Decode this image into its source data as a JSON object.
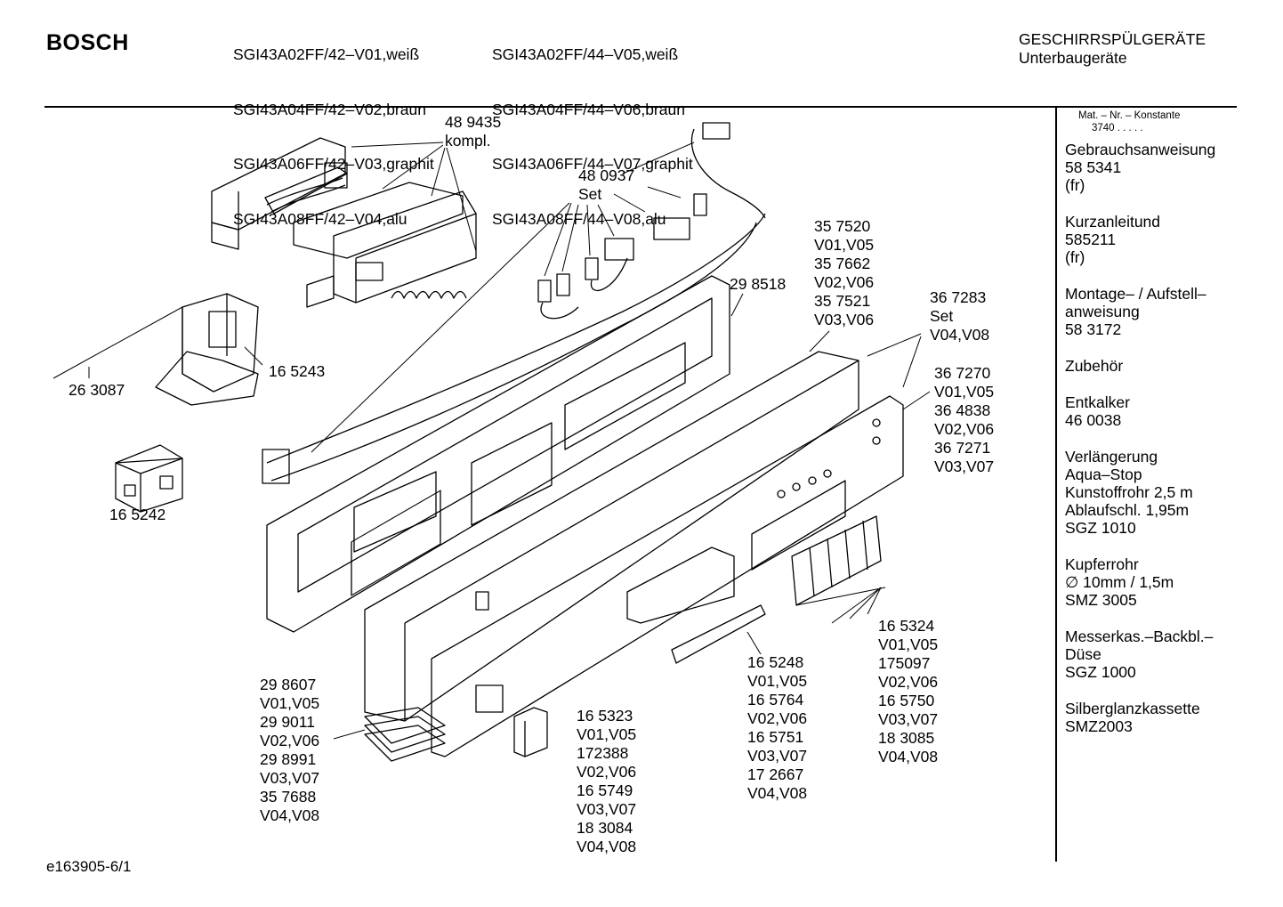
{
  "header": {
    "brand": "BOSCH",
    "models_col1": [
      "SGI43A02FF/42–V01,weiß",
      "SGI43A04FF/42–V02,braun",
      "SGI43A06FF/42–V03,graphit",
      "SGI43A08FF/42–V04,alu"
    ],
    "models_col2": [
      "SGI43A02FF/44–V05,weiß",
      "SGI43A04FF/44–V06,braun",
      "SGI43A06FF/44–V07,graphit",
      "SGI43A08FF/44–V08,alu"
    ],
    "category": "GESCHIRRSPÜLGERÄTE",
    "subcategory": "Unterbaugeräte"
  },
  "sidebar": {
    "mat_label": "Mat. – Nr. – Konstante",
    "mat_value": "3740  .  .  .  .  .",
    "accessories": [
      "Gebrauchsanweisung\n58 5341\n(fr)",
      "Kurzanleitund\n585211\n(fr)",
      "Montage– / Aufstell–\nanweisung\n58 3172",
      "\nZubehör",
      "Entkalker\n46 0038",
      "Verlängerung\nAqua–Stop\nKunstoffrohr 2,5 m\nAblaufschl. 1,95m\nSGZ 1010",
      "Kupferrohr\n∅ 10mm / 1,5m\nSMZ 3005",
      "Messerkas.–Backbl.–\nDüse\nSGZ 1000",
      "Silberglanzkassette\nSMZ2003"
    ]
  },
  "callouts": {
    "c489435": "48 9435\nkompl.",
    "c480937": "48 0937\nSet",
    "c357520": "35 7520\nV01,V05\n35 7662\nV02,V06\n35 7521\nV03,V06",
    "c298518": "29 8518",
    "c367283": "36 7283\nSet\nV04,V08",
    "c367270": "36 7270\nV01,V05\n36 4838\nV02,V06\n36 7271\nV03,V07",
    "c263087": "26 3087",
    "c165243": "16 5243",
    "c165242": "16 5242",
    "c165324": "16 5324\nV01,V05\n175097\nV02,V06\n16 5750\nV03,V07\n18 3085\nV04,V08",
    "c165248": "16 5248\nV01,V05\n16 5764\nV02,V06\n16 5751\nV03,V07\n17 2667\nV04,V08",
    "c165323": "16 5323\nV01,V05\n172388\nV02,V06\n16 5749\nV03,V07\n18 3084\nV04,V08",
    "c298607": "29 8607\nV01,V05\n29 9011\nV02,V06\n29 8991\nV03,V07\n35 7688\nV04,V08"
  },
  "footer": {
    "drawing_id": "e163905-6/1"
  }
}
